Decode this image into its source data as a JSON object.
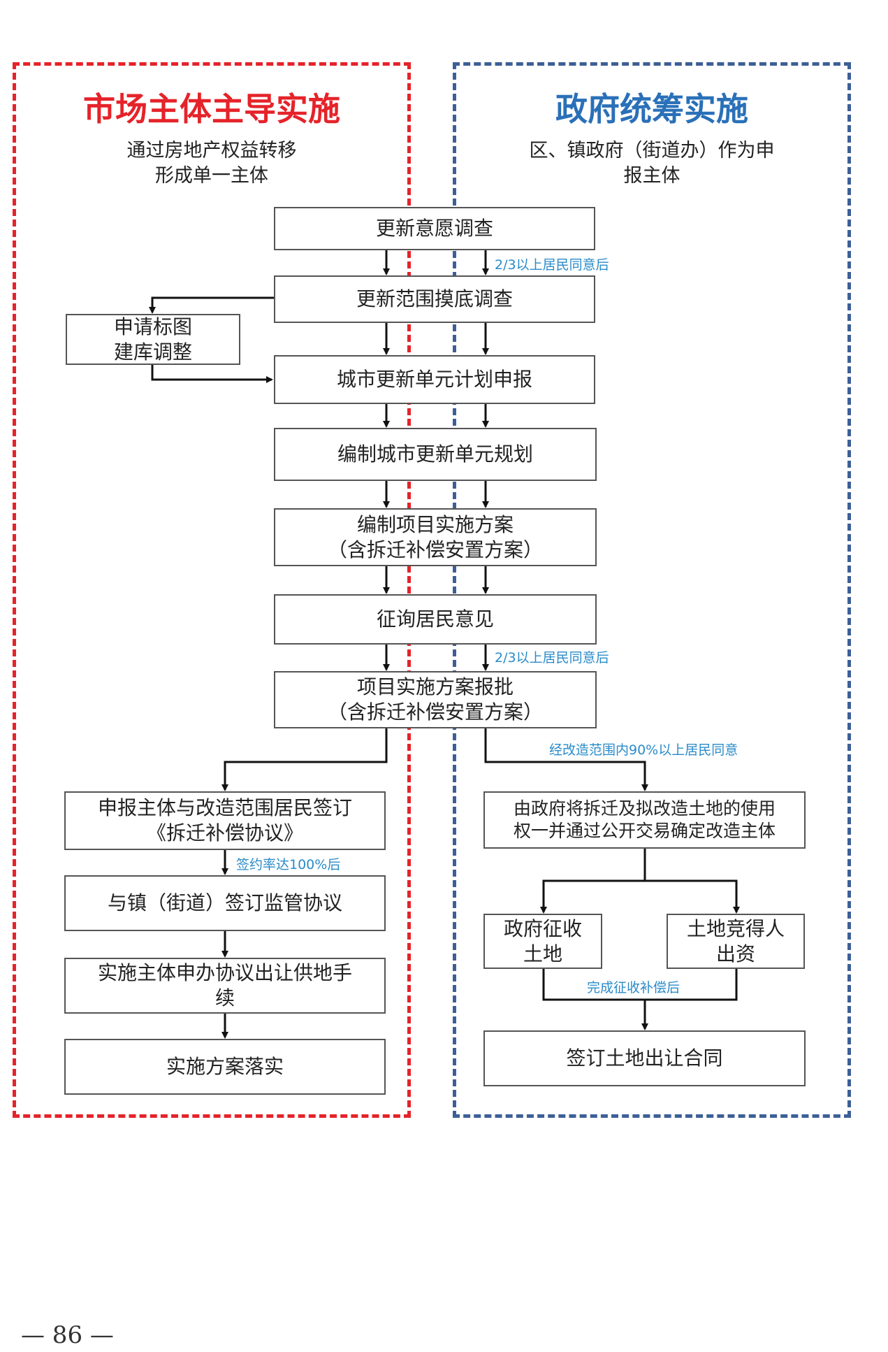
{
  "left_panel": {
    "title": "市场主体主导实施",
    "subtitle_line1": "通过房地产权益转移",
    "subtitle_line2": "形成单一主体",
    "color": "#e5232a"
  },
  "right_panel": {
    "title": "政府统筹实施",
    "subtitle_line1": "区、镇政府（街道办）作为申",
    "subtitle_line2": "报主体",
    "color": "#3d5f96"
  },
  "shared_steps": [
    {
      "lines": [
        "更新意愿调查"
      ]
    },
    {
      "lines": [
        "更新范围摸底调查"
      ]
    },
    {
      "lines": [
        "城市更新单元计划申报"
      ]
    },
    {
      "lines": [
        "编制城市更新单元规划"
      ]
    },
    {
      "lines": [
        "编制项目实施方案",
        "（含拆迁补偿安置方案）"
      ]
    },
    {
      "lines": [
        "征询居民意见"
      ]
    },
    {
      "lines": [
        "项目实施方案报批",
        "（含拆迁补偿安置方案）"
      ]
    }
  ],
  "side_step": {
    "lines": [
      "申请标图",
      "建库调整"
    ]
  },
  "left_steps": [
    {
      "lines": [
        "申报主体与改造范围居民签订",
        "《拆迁补偿协议》"
      ]
    },
    {
      "lines": [
        "与镇（街道）签订监管协议"
      ]
    },
    {
      "lines": [
        "实施主体申办协议出让供地手",
        "续"
      ]
    },
    {
      "lines": [
        "实施方案落实"
      ]
    }
  ],
  "right_steps": {
    "transfer": {
      "lines": [
        "由政府将拆迁及拟改造土地的使用",
        "权一并通过公开交易确定改造主体"
      ]
    },
    "gov_acquire": {
      "lines": [
        "政府征收",
        "土地"
      ]
    },
    "bidder_fund": {
      "lines": [
        "土地竞得人",
        "出资"
      ]
    },
    "contract": {
      "lines": [
        "签订土地出让合同"
      ]
    }
  },
  "notes": {
    "consent_two_thirds_1": "2/3以上居民同意后",
    "consent_two_thirds_2": "2/3以上居民同意后",
    "consent_ninety": "经改造范围内90%以上居民同意",
    "sign_rate": "签约率达100%后",
    "compensation_done": "完成征收补偿后"
  },
  "page_number": "— 86 —",
  "colors": {
    "note": "#2a8bc9",
    "line": "#111111",
    "box_border": "#555555"
  }
}
